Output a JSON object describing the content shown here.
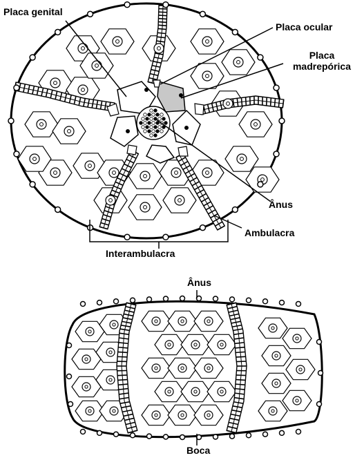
{
  "top_view": {
    "labels": {
      "placa_genital": "Placa genital",
      "placa_ocular": "Placa ocular",
      "placa_madreporica_line1": "Placa",
      "placa_madreporica_line2": "madrepórica",
      "anus": "Ânus",
      "ambulacra": "Ambulacra",
      "interambulacra": "Interambulacra"
    }
  },
  "side_view": {
    "labels": {
      "anus": "Ânus",
      "boca": "Boca"
    }
  },
  "colors": {
    "ink": "#000000",
    "paper": "#ffffff",
    "madreporite": "#c8c8c8"
  }
}
